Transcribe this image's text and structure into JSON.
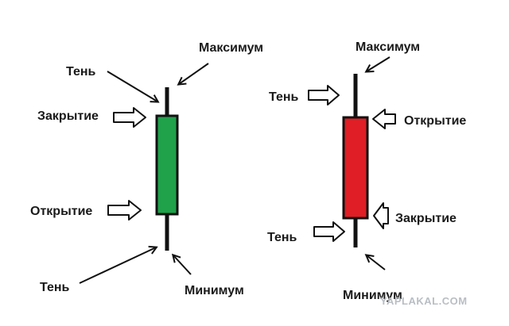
{
  "colors": {
    "bullish_body": "#1fa24a",
    "bearish_body": "#e01e25",
    "outline": "#111111",
    "watermark": "#b9bec4"
  },
  "green_candle": {
    "high": "Максимум",
    "upper_shadow": "Тень",
    "close": "Закрытие",
    "open": "Открытие",
    "lower_shadow": "Тень",
    "low": "Минимум"
  },
  "red_candle": {
    "high": "Максимум",
    "upper_shadow": "Тень",
    "open": "Открытие",
    "close": "Закрытие",
    "lower_shadow": "Тень",
    "low": "Минимум"
  },
  "watermark": "YAPLAKAL.COM"
}
